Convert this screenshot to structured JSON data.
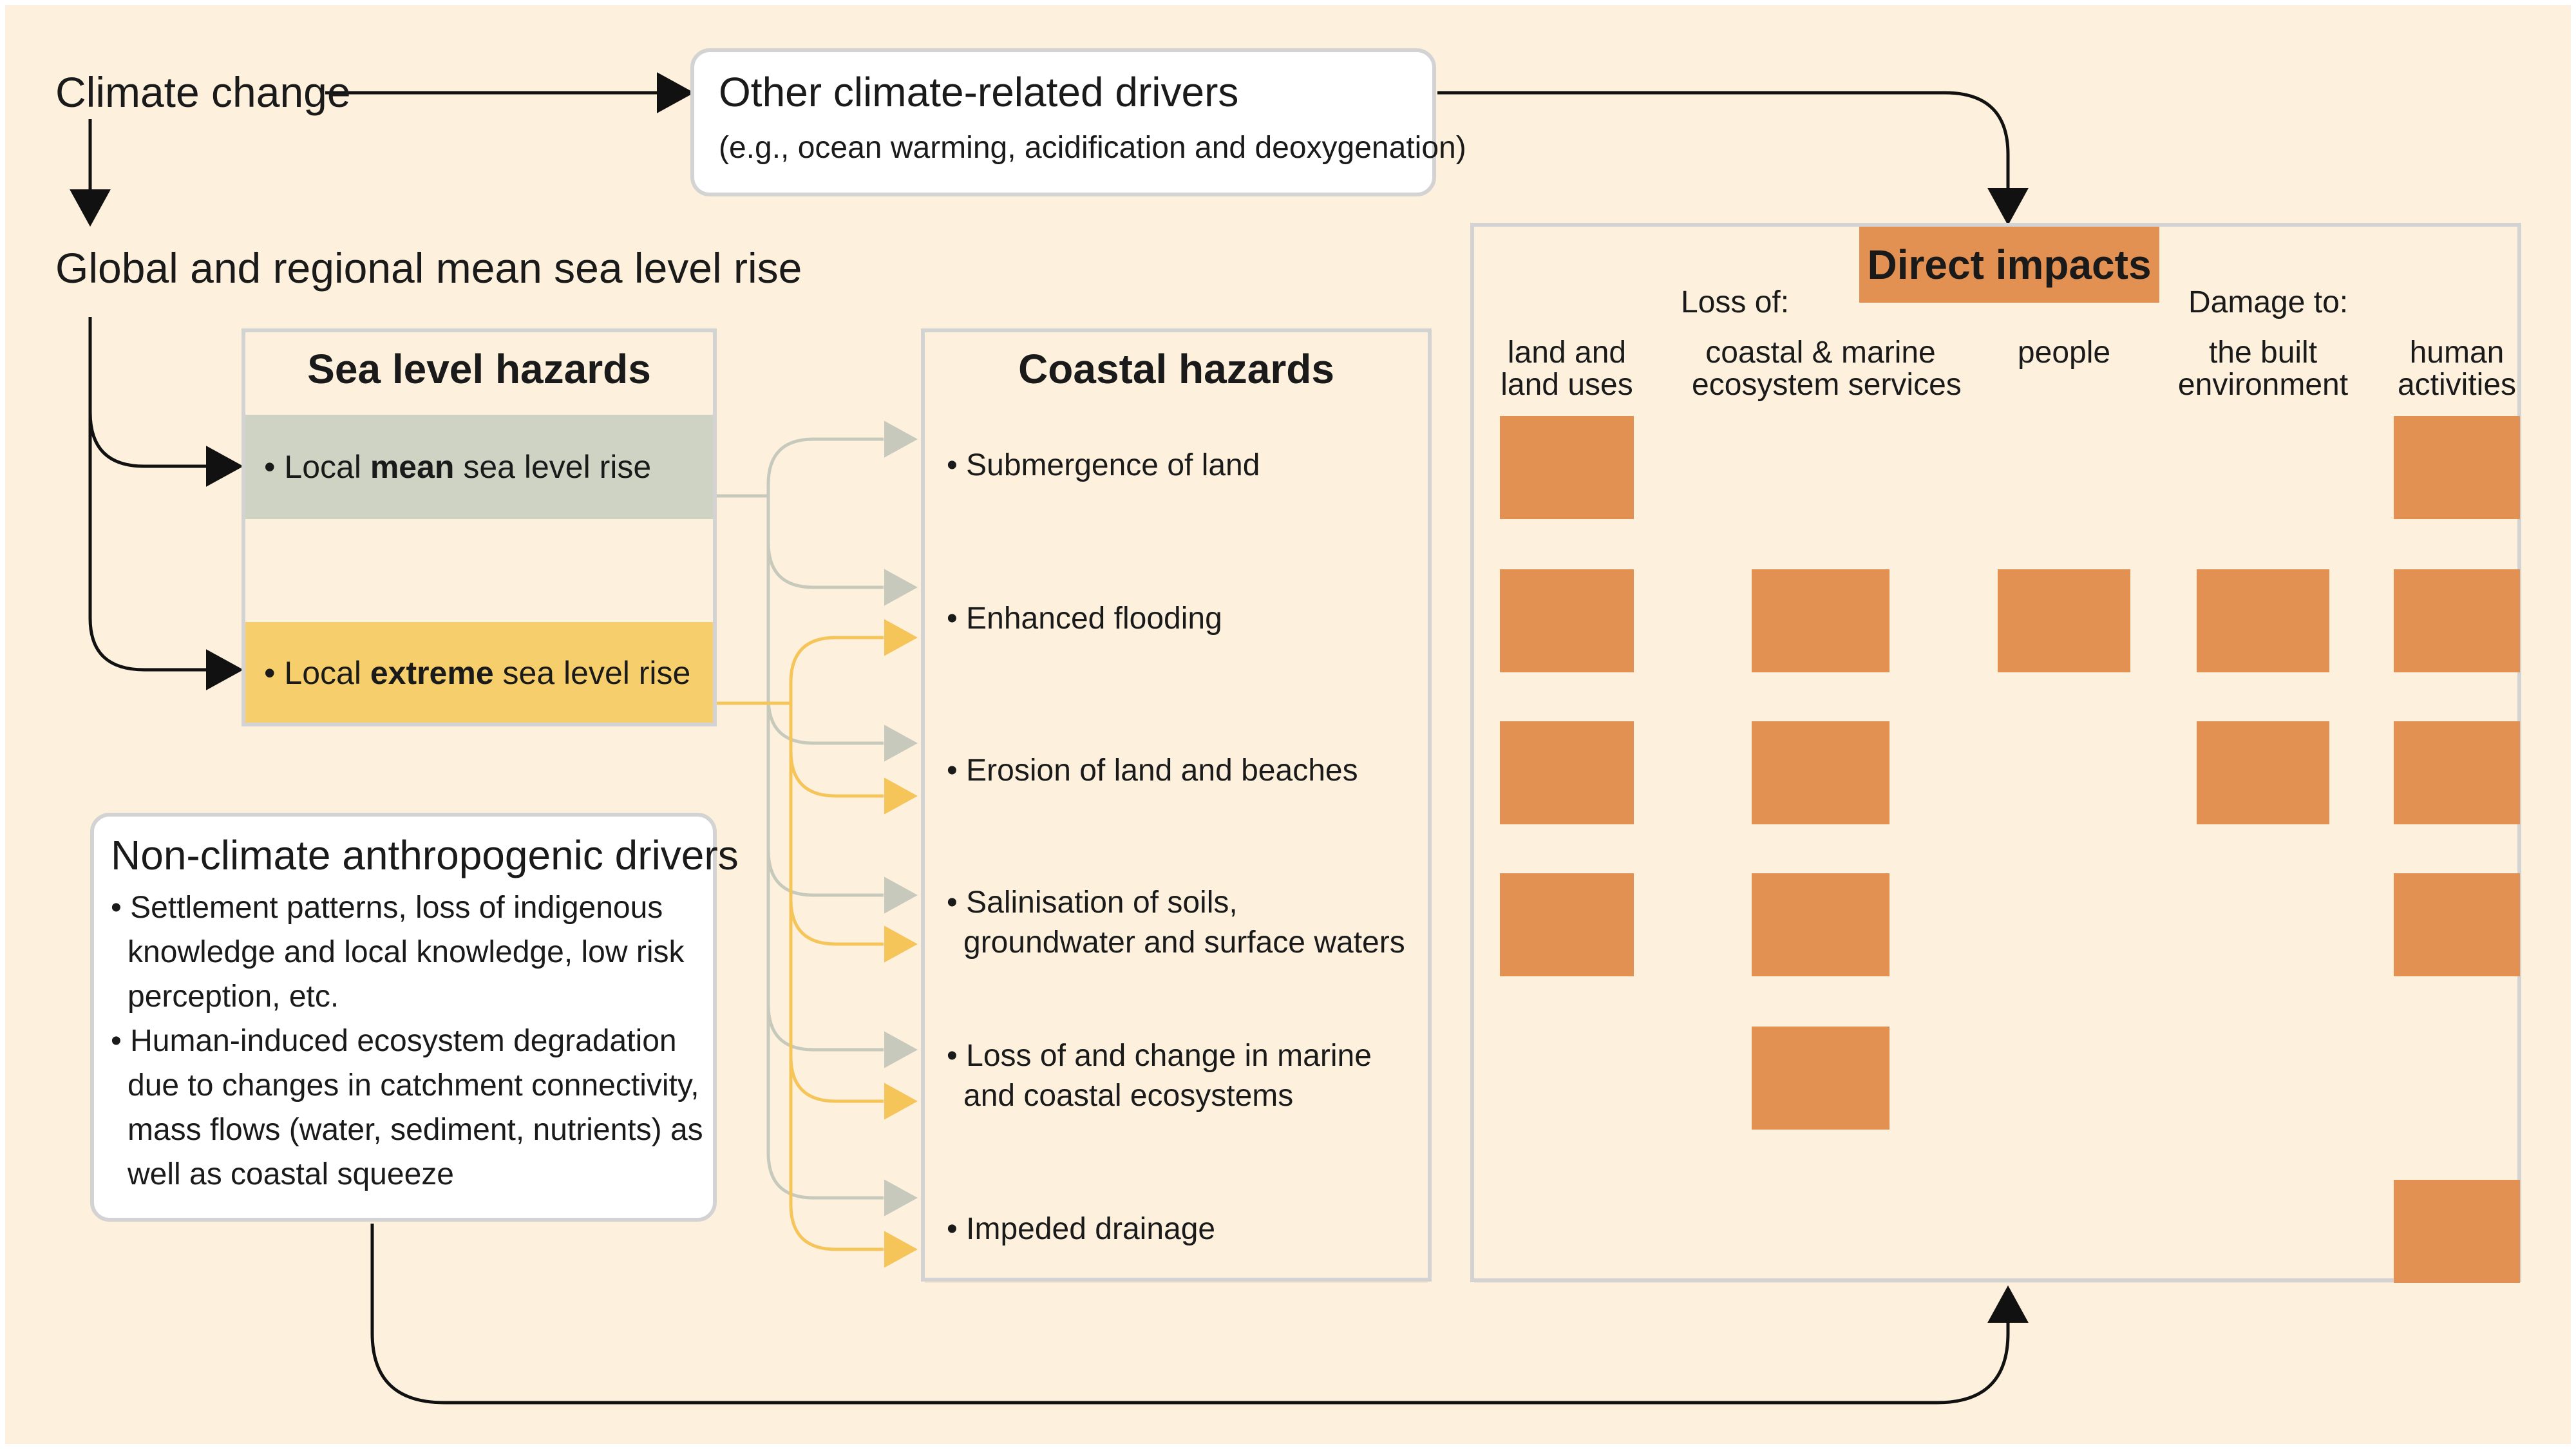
{
  "source": {
    "climate_change": "Climate change",
    "gmsl": "Global and regional mean sea level rise"
  },
  "other_drivers": {
    "title": "Other climate-related drivers",
    "subtitle": "(e.g., ocean warming, acidification and deoxygenation)"
  },
  "sea_level_hazards": {
    "title": "Sea level hazards",
    "items": [
      {
        "prefix": "• Local ",
        "bold": "mean",
        "suffix": " sea level rise",
        "color": "#cfd3c4"
      },
      {
        "prefix": "• Local ",
        "bold": "extreme",
        "suffix": " sea level rise",
        "color": "#f6cf6c"
      }
    ]
  },
  "non_climate": {
    "title": "Non-climate anthropogenic drivers",
    "bullets": [
      [
        "• Settlement patterns, loss of indigenous",
        "knowledge and local knowledge, low risk",
        "perception, etc."
      ],
      [
        "• Human-induced ecosystem degradation",
        "due to changes in catchment connectivity,",
        "mass flows (water, sediment, nutrients) as",
        "well as coastal squeeze"
      ]
    ]
  },
  "coastal_hazards": {
    "title": "Coastal hazards",
    "rows": [
      [
        "• Submergence of land"
      ],
      [
        "• Enhanced flooding"
      ],
      [
        "• Erosion of land and beaches"
      ],
      [
        "• Salinisation of soils,",
        "groundwater and surface waters"
      ],
      [
        "• Loss of and change in marine",
        "and coastal ecosystems"
      ],
      [
        "• Impeded drainage"
      ]
    ]
  },
  "direct_impacts": {
    "title": "Direct impacts",
    "group_loss": "Loss of:",
    "group_damage": "Damage to:",
    "columns": [
      [
        "land and",
        "land uses"
      ],
      [
        "coastal & marine",
        "ecosystem services"
      ],
      [
        "people"
      ],
      [
        "the built",
        "environment"
      ],
      [
        "human",
        "activities"
      ]
    ],
    "matrix": [
      [
        1,
        0,
        0,
        0,
        1
      ],
      [
        1,
        1,
        1,
        1,
        1
      ],
      [
        1,
        1,
        0,
        1,
        1
      ],
      [
        1,
        1,
        0,
        0,
        1
      ],
      [
        0,
        1,
        0,
        0,
        0
      ],
      [
        0,
        0,
        0,
        0,
        1
      ]
    ]
  },
  "colors": {
    "background": "#fdf1dd",
    "row_band": "#f2e6d0",
    "impact_cell": "#e39152",
    "header_orange": "#e39152",
    "gray_arrow": "#c7c9bd",
    "yellow_arrow": "#f5c55a",
    "panel_border": "#d3d3d3",
    "black": "#111111"
  }
}
